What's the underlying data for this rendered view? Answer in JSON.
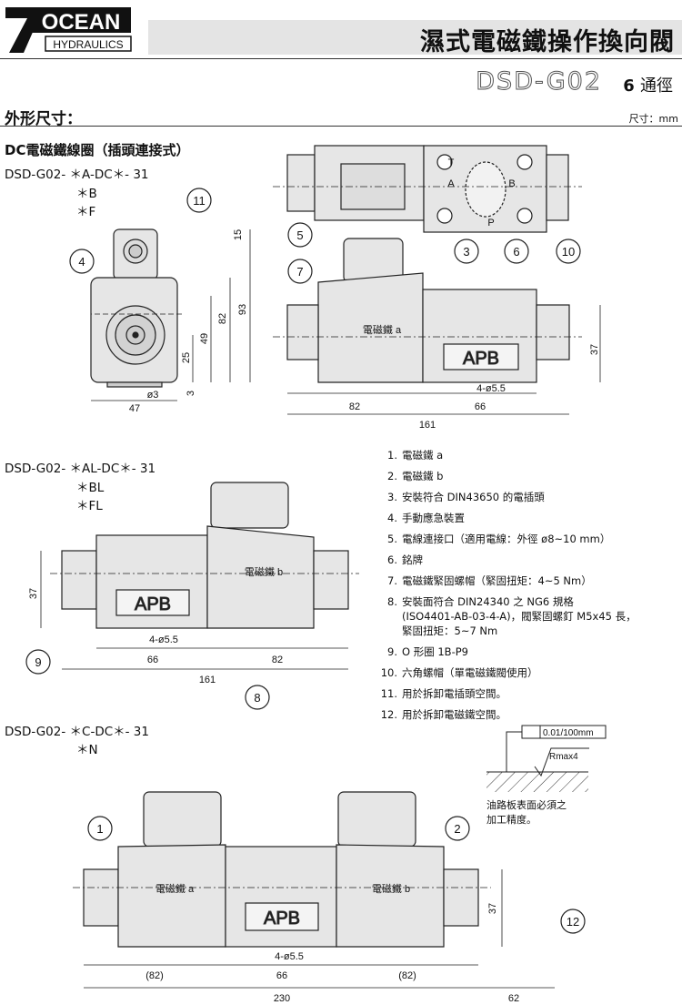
{
  "brand": {
    "name": "OCEAN",
    "sub": "HYDRAULICS",
    "mark": "7"
  },
  "header": {
    "title": "濕式電磁鐵操作換向閥",
    "model": "DSD-G02",
    "bore_num": "6",
    "bore_label": "通徑"
  },
  "section": {
    "title": "外形尺寸：",
    "unit": "尺寸：mm",
    "subtitle": "DC電磁鐵線圈（插頭連接式）"
  },
  "group1": {
    "codes": [
      "DSD-G02- ＊A-DC＊- 31",
      "＊B",
      "＊F"
    ]
  },
  "group2": {
    "codes": [
      "DSD-G02- ＊AL-DC＊- 31",
      "＊BL",
      "＊FL"
    ]
  },
  "group3": {
    "codes": [
      "DSD-G02- ＊C-DC＊- 31",
      "＊N"
    ]
  },
  "drawing": {
    "solenoid_a": "電磁鐵 a",
    "solenoid_b": "電磁鐵 b",
    "plate": "APB",
    "ports": {
      "t": "T",
      "a": "A",
      "b": "B",
      "p": "P"
    },
    "end_view_dims": {
      "d15": "15",
      "d93": "93",
      "d82": "82",
      "d49": "49",
      "d25": "25",
      "d3": "3",
      "d47": "47",
      "phi3": "ø3"
    },
    "front_dims": {
      "d37": "37",
      "holes": "4-ø5.5",
      "d82": "82",
      "d66": "66",
      "d161": "161"
    },
    "double_dims": {
      "d82a": "(82)",
      "d66": "66",
      "d82b": "(82)",
      "d230": "230",
      "d62": "62",
      "d37": "37",
      "holes": "4-ø5.5"
    },
    "callouts": [
      "1",
      "2",
      "3",
      "4",
      "5",
      "6",
      "7",
      "8",
      "9",
      "10",
      "11",
      "12"
    ],
    "flatness": "0.01/100mm",
    "roughness": "Rmax4",
    "surface_note": [
      "油路板表面必須之",
      "加工精度。"
    ]
  },
  "parts": [
    {
      "n": "1.",
      "t": "電磁鐵 a"
    },
    {
      "n": "2.",
      "t": "電磁鐵 b"
    },
    {
      "n": "3.",
      "t": "安裝符合 DIN43650 的電插頭"
    },
    {
      "n": "4.",
      "t": "手動應急裝置"
    },
    {
      "n": "5.",
      "t": "電線連接口（適用電線：外徑 ø8~10 mm）"
    },
    {
      "n": "6.",
      "t": "銘牌"
    },
    {
      "n": "7.",
      "t": "電磁鐵緊固螺帽（緊固扭矩：4~5 Nm）"
    },
    {
      "n": "8.",
      "t": "安裝面符合 DIN24340 之 NG6 規格\n(ISO4401-AB-03-4-A)，閥緊固螺釘 M5x45 長，\n緊固扭矩：5~7 Nm"
    },
    {
      "n": "9.",
      "t": "O 形圈 1B-P9"
    },
    {
      "n": "10.",
      "t": "六角螺帽（單電磁鐵閥使用）"
    },
    {
      "n": "11.",
      "t": "用於拆卸電插頭空間。"
    },
    {
      "n": "12.",
      "t": "用於拆卸電磁鐵空間。"
    }
  ]
}
